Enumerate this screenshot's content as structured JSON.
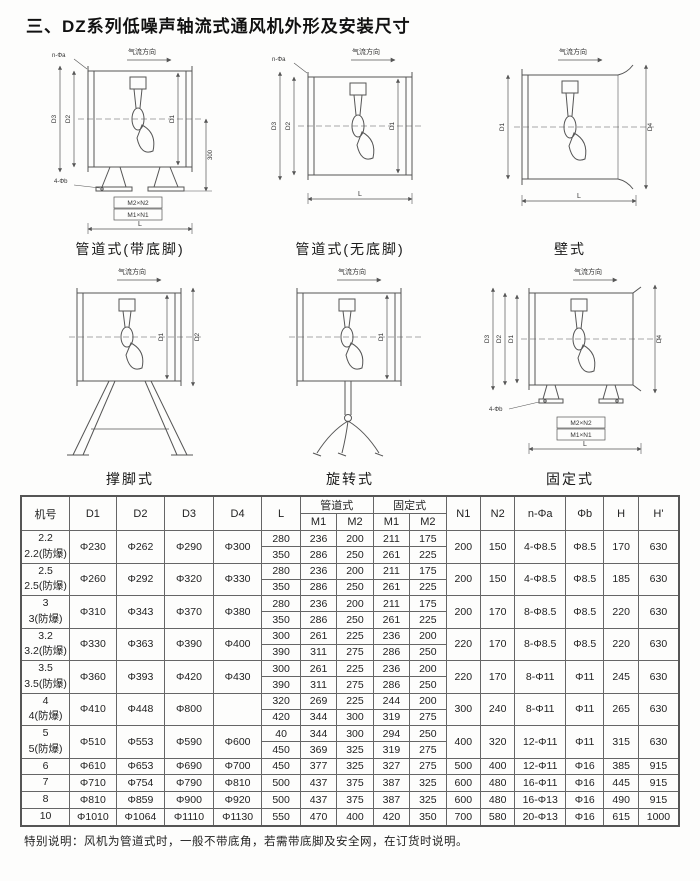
{
  "page": {
    "title": "三、DZ系列低噪声轴流式通风机外形及安装尺寸",
    "footnote": "特别说明：风机为管道式时，一般不带底角，若需带底脚及安全网，在订货时说明。"
  },
  "diagrams": {
    "airflow": "气流方向",
    "dims": {
      "d1": "D1",
      "d2": "D2",
      "d3": "D3",
      "d4": "D4",
      "l": "L",
      "h300": "300",
      "na": "n-Φa",
      "fb": "4-Φb",
      "m2n2": "M2×N2",
      "m1n1": "M1×N1"
    },
    "captions": {
      "duct_feet": "管道式(带底脚)",
      "duct_nofeet": "管道式(无底脚)",
      "wall": "壁式",
      "legs": "撑脚式",
      "rotary": "旋转式",
      "fixed": "固定式"
    }
  },
  "table": {
    "headers": {
      "jihao": "机号",
      "d1": "D1",
      "d2": "D2",
      "d3": "D3",
      "d4": "D4",
      "l": "L",
      "guandao": "管道式",
      "guding": "固定式",
      "m1": "M1",
      "m2": "M2",
      "n1": "N1",
      "n2": "N2",
      "na": "n-Φa",
      "b": "Φb",
      "h": "H",
      "hp": "H'"
    },
    "rows": [
      {
        "no": "2.2",
        "no2": "2.2(防爆)",
        "d1": "Φ230",
        "d2": "Φ262",
        "d3": "Φ290",
        "d4": "Φ300",
        "sub": [
          {
            "l": "280",
            "gm1": "236",
            "gm2": "200",
            "fm1": "211",
            "fm2": "175"
          },
          {
            "l": "350",
            "gm1": "286",
            "gm2": "250",
            "fm1": "261",
            "fm2": "225"
          }
        ],
        "n1": "200",
        "n2": "150",
        "na": "4-Φ8.5",
        "b": "Φ8.5",
        "h": "170",
        "hp": "630"
      },
      {
        "no": "2.5",
        "no2": "2.5(防爆)",
        "d1": "Φ260",
        "d2": "Φ292",
        "d3": "Φ320",
        "d4": "Φ330",
        "sub": [
          {
            "l": "280",
            "gm1": "236",
            "gm2": "200",
            "fm1": "211",
            "fm2": "175"
          },
          {
            "l": "350",
            "gm1": "286",
            "gm2": "250",
            "fm1": "261",
            "fm2": "225"
          }
        ],
        "n1": "200",
        "n2": "150",
        "na": "4-Φ8.5",
        "b": "Φ8.5",
        "h": "185",
        "hp": "630"
      },
      {
        "no": "3",
        "no2": "3(防爆)",
        "d1": "Φ310",
        "d2": "Φ343",
        "d3": "Φ370",
        "d4": "Φ380",
        "sub": [
          {
            "l": "280",
            "gm1": "236",
            "gm2": "200",
            "fm1": "211",
            "fm2": "175"
          },
          {
            "l": "350",
            "gm1": "286",
            "gm2": "250",
            "fm1": "261",
            "fm2": "225"
          }
        ],
        "n1": "200",
        "n2": "170",
        "na": "8-Φ8.5",
        "b": "Φ8.5",
        "h": "220",
        "hp": "630"
      },
      {
        "no": "3.2",
        "no2": "3.2(防爆)",
        "d1": "Φ330",
        "d2": "Φ363",
        "d3": "Φ390",
        "d4": "Φ400",
        "sub": [
          {
            "l": "300",
            "gm1": "261",
            "gm2": "225",
            "fm1": "236",
            "fm2": "200"
          },
          {
            "l": "390",
            "gm1": "311",
            "gm2": "275",
            "fm1": "286",
            "fm2": "250"
          }
        ],
        "n1": "220",
        "n2": "170",
        "na": "8-Φ8.5",
        "b": "Φ8.5",
        "h": "220",
        "hp": "630"
      },
      {
        "no": "3.5",
        "no2": "3.5(防爆)",
        "d1": "Φ360",
        "d2": "Φ393",
        "d3": "Φ420",
        "d4": "Φ430",
        "sub": [
          {
            "l": "300",
            "gm1": "261",
            "gm2": "225",
            "fm1": "236",
            "fm2": "200"
          },
          {
            "l": "390",
            "gm1": "311",
            "gm2": "275",
            "fm1": "286",
            "fm2": "250"
          }
        ],
        "n1": "220",
        "n2": "170",
        "na": "8-Φ11",
        "b": "Φ11",
        "h": "245",
        "hp": "630"
      },
      {
        "no": "4",
        "no2": "4(防爆)",
        "d1": "Φ410",
        "d2": "Φ448",
        "d3": "Φ800",
        "d4": "",
        "sub": [
          {
            "l": "320",
            "gm1": "269",
            "gm2": "225",
            "fm1": "244",
            "fm2": "200"
          },
          {
            "l": "420",
            "gm1": "344",
            "gm2": "300",
            "fm1": "319",
            "fm2": "275"
          }
        ],
        "n1": "300",
        "n2": "240",
        "na": "8-Φ11",
        "b": "Φ11",
        "h": "265",
        "hp": "630"
      },
      {
        "no": "5",
        "no2": "5(防爆)",
        "d1": "Φ510",
        "d2": "Φ553",
        "d3": "Φ590",
        "d4": "Φ600",
        "sub": [
          {
            "l": "40",
            "gm1": "344",
            "gm2": "300",
            "fm1": "294",
            "fm2": "250"
          },
          {
            "l": "450",
            "gm1": "369",
            "gm2": "325",
            "fm1": "319",
            "fm2": "275"
          }
        ],
        "n1": "400",
        "n2": "320",
        "na": "12-Φ11",
        "b": "Φ11",
        "h": "315",
        "hp": "630"
      },
      {
        "no": "6",
        "d1": "Φ610",
        "d2": "Φ653",
        "d3": "Φ690",
        "d4": "Φ700",
        "sub": [
          {
            "l": "450",
            "gm1": "377",
            "gm2": "325",
            "fm1": "327",
            "fm2": "275"
          }
        ],
        "n1": "500",
        "n2": "400",
        "na": "12-Φ11",
        "b": "Φ16",
        "h": "385",
        "hp": "915"
      },
      {
        "no": "7",
        "d1": "Φ710",
        "d2": "Φ754",
        "d3": "Φ790",
        "d4": "Φ810",
        "sub": [
          {
            "l": "500",
            "gm1": "437",
            "gm2": "375",
            "fm1": "387",
            "fm2": "325"
          }
        ],
        "n1": "600",
        "n2": "480",
        "na": "16-Φ11",
        "b": "Φ16",
        "h": "445",
        "hp": "915"
      },
      {
        "no": "8",
        "d1": "Φ810",
        "d2": "Φ859",
        "d3": "Φ900",
        "d4": "Φ920",
        "sub": [
          {
            "l": "500",
            "gm1": "437",
            "gm2": "375",
            "fm1": "387",
            "fm2": "325"
          }
        ],
        "n1": "600",
        "n2": "480",
        "na": "16-Φ13",
        "b": "Φ16",
        "h": "490",
        "hp": "915"
      },
      {
        "no": "10",
        "d1": "Φ1010",
        "d2": "Φ1064",
        "d3": "Φ1110",
        "d4": "Φ1130",
        "sub": [
          {
            "l": "550",
            "gm1": "470",
            "gm2": "400",
            "fm1": "420",
            "fm2": "350"
          }
        ],
        "n1": "700",
        "n2": "580",
        "na": "20-Φ13",
        "b": "Φ16",
        "h": "615",
        "hp": "1000"
      }
    ]
  }
}
